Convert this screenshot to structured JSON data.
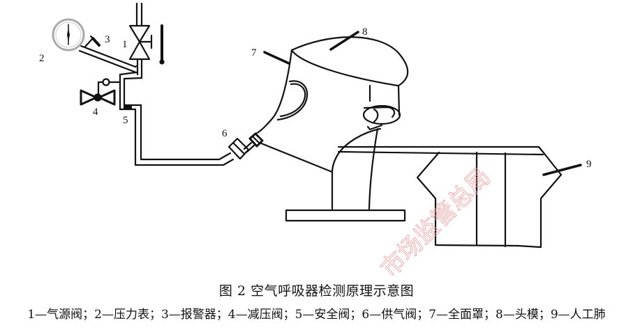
{
  "figure": {
    "title": "图 2 空气呼吸器检测原理示意图",
    "watermark": "市场监管总局",
    "callouts": [
      {
        "num": "1",
        "name": "气源阀"
      },
      {
        "num": "2",
        "name": "压力表"
      },
      {
        "num": "3",
        "name": "报警器"
      },
      {
        "num": "4",
        "name": "减压阀"
      },
      {
        "num": "5",
        "name": "安全阀"
      },
      {
        "num": "6",
        "name": "供气阀"
      },
      {
        "num": "7",
        "name": "全面罩"
      },
      {
        "num": "8",
        "name": "头模"
      },
      {
        "num": "9",
        "name": "人工肺"
      }
    ],
    "legend": "1—气源阀；2—压力表；3—报警器；4—减压阀；5—安全阀；6—供气阀；7—全面罩；8—头模；9—人工肺",
    "colors": {
      "line": "#111111",
      "watermark": "#f2a0a0",
      "gauge_ring": "#aaaaaa"
    }
  }
}
